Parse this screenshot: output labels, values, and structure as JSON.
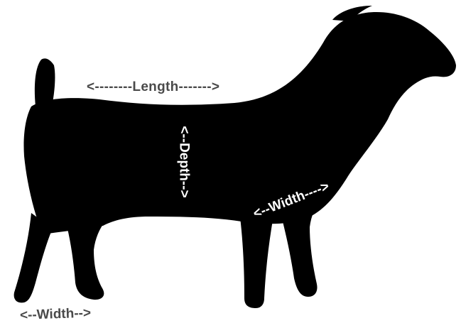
{
  "diagram": {
    "silhouette": "goat-silhouette",
    "fill_color": "#000000",
    "background_color": "#ffffff",
    "labels": {
      "length": "<--------Length------->",
      "depth": "<--Depth-->",
      "chest_width": "<--Width---->",
      "rear_width": "<--Width-->"
    },
    "label_colors": {
      "outside": "#4a4a4a",
      "inside": "#ffffff"
    }
  }
}
